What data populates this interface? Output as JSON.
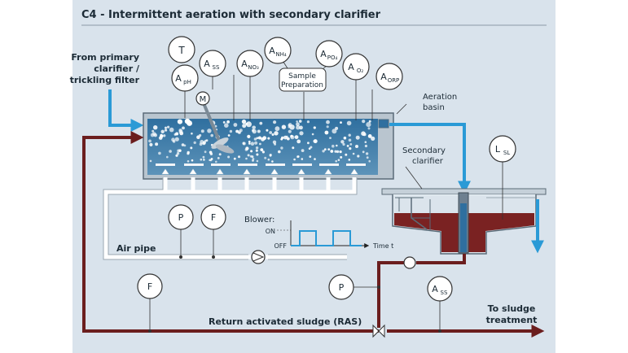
{
  "title": "C4 - Intermittent aeration with secondary clarifier",
  "source_label": [
    "From primary",
    "clarifier /",
    "trickling filter"
  ],
  "sample_prep": [
    "Sample",
    "Preparation"
  ],
  "aeration_label": [
    "Aeration",
    "basin"
  ],
  "clarifier_label": [
    "Secondary",
    "clarifier"
  ],
  "air_pipe": "Air pipe",
  "blower": {
    "label": "Blower:",
    "on": "ON",
    "off": "OFF",
    "time_axis": "Time t"
  },
  "ras_label": "Return activated sludge (RAS)",
  "sludge_label": [
    "To sludge",
    "treatment"
  ],
  "motor": "M",
  "instruments": {
    "t": {
      "letter": "T",
      "sub": ""
    },
    "ph": {
      "letter": "A",
      "sub": "pH"
    },
    "ss_basin": {
      "letter": "A",
      "sub": "SS"
    },
    "no3": {
      "letter": "A",
      "sub": "NO₃"
    },
    "nh4": {
      "letter": "A",
      "sub": "NH₄"
    },
    "po4": {
      "letter": "A",
      "sub": "PO₄"
    },
    "o2": {
      "letter": "A",
      "sub": "O₂"
    },
    "orp": {
      "letter": "A",
      "sub": "ORP"
    },
    "lsl": {
      "letter": "L",
      "sub": "SL"
    },
    "p_air": {
      "letter": "P",
      "sub": ""
    },
    "f_air": {
      "letter": "F",
      "sub": ""
    },
    "f_ras": {
      "letter": "F",
      "sub": ""
    },
    "p_ras": {
      "letter": "P",
      "sub": ""
    },
    "ss_ras": {
      "letter": "A",
      "sub": "SS"
    }
  },
  "colors": {
    "panel": "#d9e3ec",
    "water": "#3f6e93",
    "flow": "#2a9ad6",
    "ras": "#6b1e1e",
    "sludge": "#7a2222"
  }
}
